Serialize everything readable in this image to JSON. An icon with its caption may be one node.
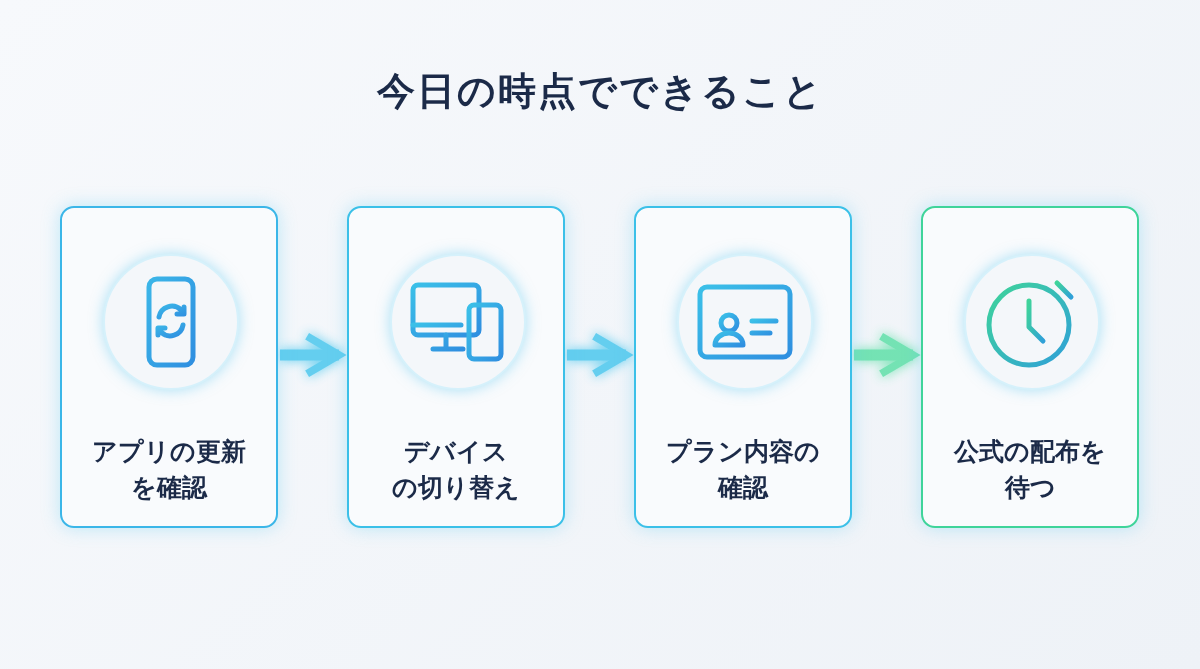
{
  "diagram": {
    "title": "今日の時点でできること",
    "nodes": [
      {
        "text": [
          "アプリの更新を確認"
        ]
      },
      {
        "text": [
          "デバイスの切り替え"
        ]
      },
      {
        "text": [
          "プラン内容の確認"
        ]
      },
      {
        "text": [
          "公式の配布を待つ"
        ]
      }
    ],
    "edges": [
      {
        "from": 0,
        "to": 1,
        "arrow": "to"
      },
      {
        "from": 1,
        "to": 2,
        "arrow": "to"
      },
      {
        "from": 2,
        "to": 3,
        "arrow": "to",
        "color": "#5fe0a8"
      }
    ]
  }
}
